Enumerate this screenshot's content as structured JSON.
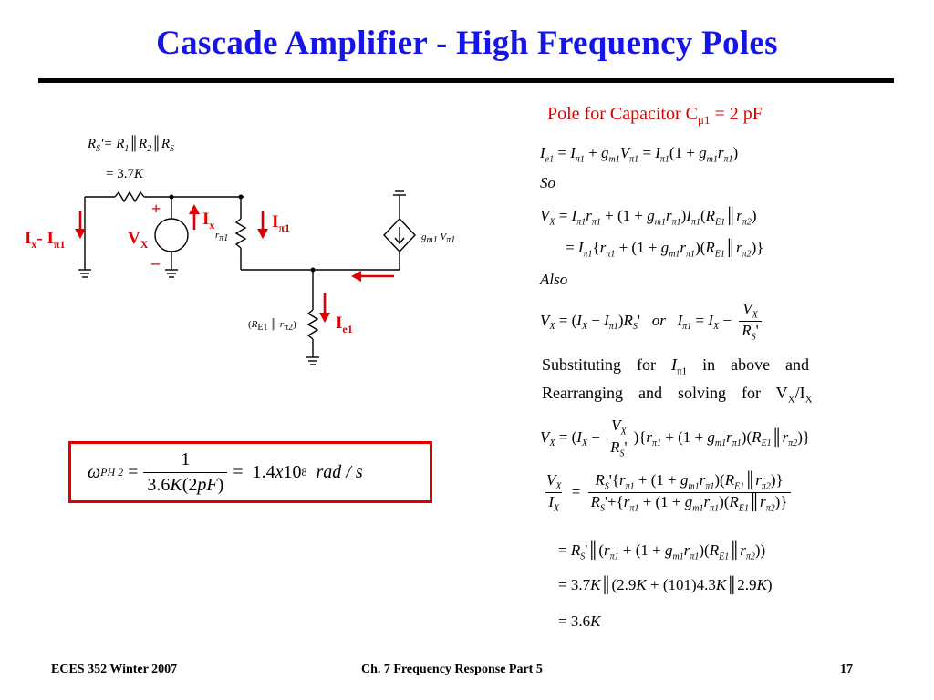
{
  "title": "Cascade  Amplifier  - High Frequency Poles",
  "circuit": {
    "rs_prime_equation": "R_S' = R_1 || R_2 || R_S",
    "rs_prime_value": "= 3.7K",
    "plus_sign": "+",
    "minus_sign": "–",
    "label_ix_minus_ipi1": "Ix- Iπ1",
    "label_vx": "VX",
    "label_ix": "Ix",
    "label_ipi1": "Iπ1",
    "label_ie1": "Ie1",
    "r_pi1": "rπ1",
    "source_label": "gm1 Vπ1",
    "emitter_resistor": "(RE1 || rπ2)"
  },
  "result_box": {
    "omega_label": "ωPH2",
    "numerator": "1",
    "denominator": "3.6K(2pF)",
    "value": "1.4x10^8",
    "units": "rad / s"
  },
  "pole_title": "Pole for Capacitor Cμ1 = 2 pF",
  "derivation": {
    "eq1": "Ie1 = Iπ1 + gm1Vπ1 = Iπ1(1 + gm1rπ1)",
    "so_word": "So",
    "eq2": "VX = Iπ1rπ1 + (1 + gm1rπ1)Iπ1(RE1||rπ2)",
    "eq3": "= Iπ1{rπ1 + (1 + gm1rπ1)(RE1||rπ2)}",
    "also_word": "Also",
    "eq4": "VX = (IX − Iπ1)RS'   or   Iπ1 = IX − VX/RS'",
    "text1": "Substituting  for  Iπ1  in  above  and",
    "text2": "Rearranging  and  solving  for  VX/IX",
    "eq5": "VX = (IX − VX/RS'){rπ1 + (1 + gm1rπ1)(RE1||rπ2)}",
    "eq6": "VX/IX = RS'{rπ1 + (1 + gm1rπ1)(RE1||rπ2)} / (RS' + {rπ1 + (1 + gm1rπ1)(RE1||rπ2)})",
    "eq7": "= RS'||(rπ1 + (1 + gm1rπ1)(RE1||rπ2))",
    "eq8": "= 3.7K||(2.9K + (101)4.3K||2.9K)",
    "eq9": "= 3.6K"
  },
  "footer": {
    "left": "ECES 352  Winter 2007",
    "center": "Ch. 7 Frequency Response  Part 5",
    "right": "17"
  },
  "colors": {
    "title": "#1515e8",
    "accent_red": "#e00000",
    "text": "#000000",
    "background": "#ffffff"
  }
}
